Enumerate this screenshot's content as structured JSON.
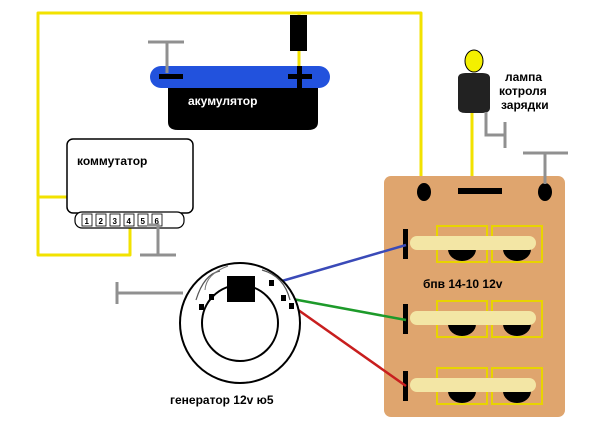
{
  "labels": {
    "battery": "акумулятор",
    "battery_minus": "−",
    "battery_plus": "+",
    "commutator": "коммутатор",
    "commutator_pins": [
      "1",
      "2",
      "3",
      "4",
      "5",
      "6"
    ],
    "lamp_line1": "лампа",
    "lamp_line2": "котроля",
    "lamp_line3": "зарядки",
    "regulator": "бпв 14-10  12v",
    "generator": "генератор 12v ю5"
  },
  "colors": {
    "wire_main": "#f2e200",
    "wire_blue": "#3a4ab8",
    "wire_green": "#1d9a2a",
    "wire_red": "#c81e1e",
    "ground": "#909090",
    "battery_body": "#000000",
    "battery_top": "#2252dd",
    "board": "#dfa56e",
    "pad_outline": "#e8d400",
    "pad_fill": "#f3e6a5"
  },
  "icons": [
    "ground-symbol-icon",
    "fuse-icon",
    "lamp-icon",
    "board-hole-icon"
  ]
}
